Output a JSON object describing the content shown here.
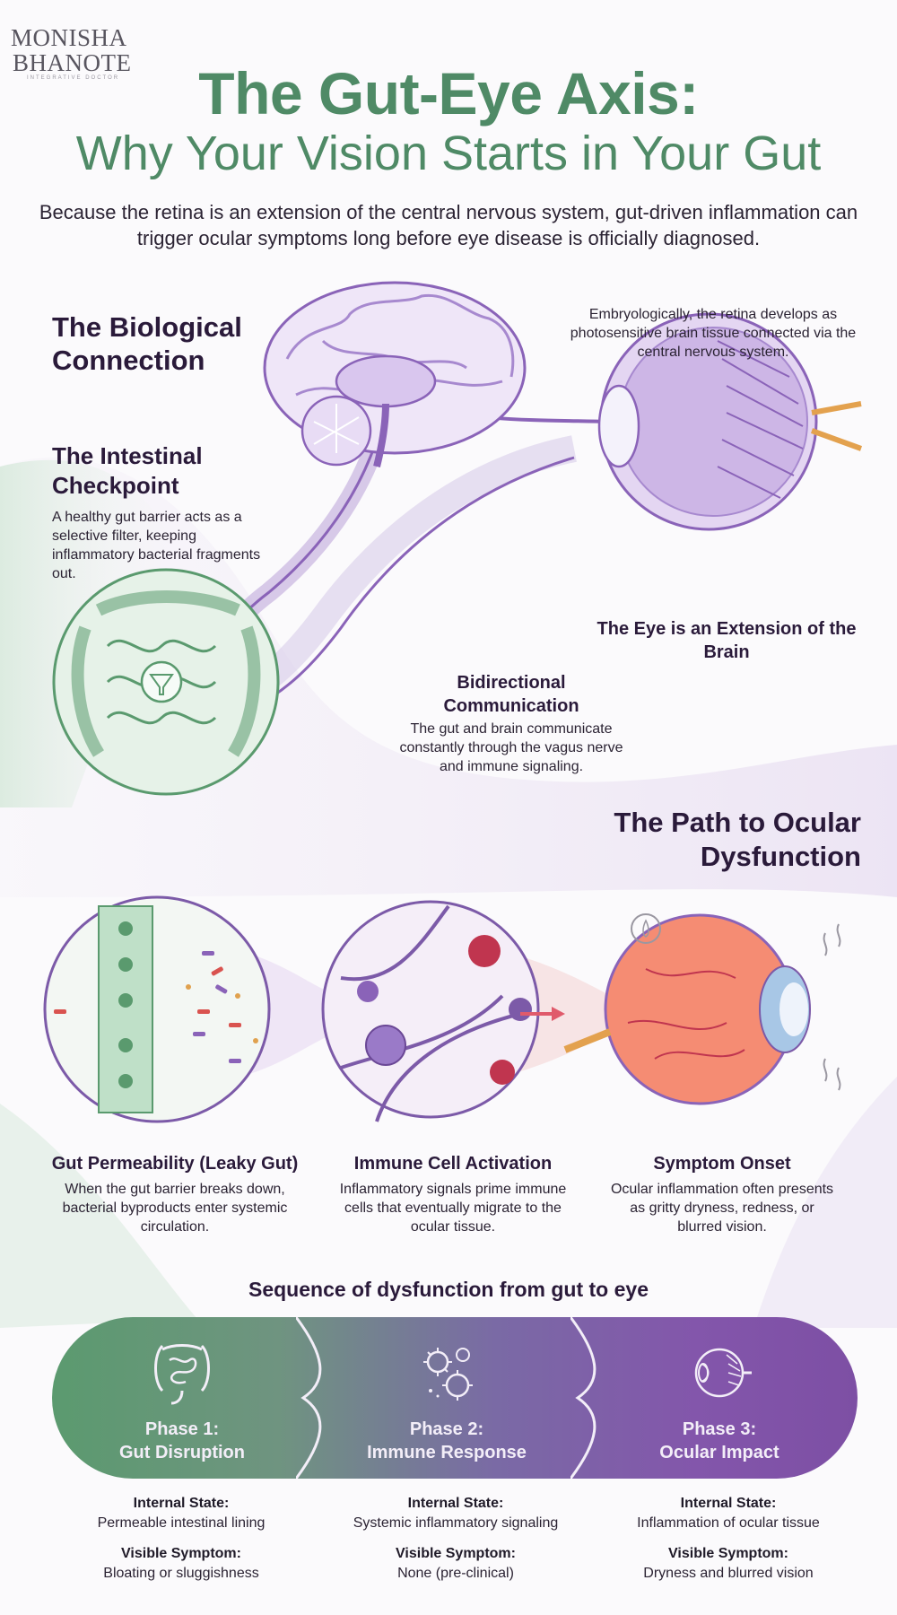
{
  "logo": {
    "line1": "MONISHA",
    "line2": "BHANOTE",
    "line3": "INTEGRATIVE DOCTOR"
  },
  "title": {
    "line1": "The Gut-Eye Axis:",
    "line2": "Why Your Vision Starts in Your Gut"
  },
  "intro": "Because the retina is an extension of the central nervous system, gut-driven inflammation can trigger ocular symptoms long before eye disease is officially diagnosed.",
  "biological": {
    "heading": "The Biological Connection"
  },
  "checkpoint": {
    "heading": "The Intestinal Checkpoint",
    "text": "A healthy gut barrier acts as a selective filter, keeping inflammatory bacterial fragments out."
  },
  "embryo_text": "Embryologically, the retina develops as photosensitive brain tissue connected via the central nervous system.",
  "eye_brain": {
    "heading": "The Eye is an Extension of the Brain"
  },
  "bidirectional": {
    "heading": "Bidirectional Communication",
    "text": "The gut and brain communicate constantly through the vagus nerve and immune signaling."
  },
  "path": {
    "heading": "The Path to Ocular Dysfunction"
  },
  "steps": [
    {
      "heading": "Gut Permeability (Leaky Gut)",
      "text": "When the gut barrier breaks down, bacterial byproducts enter systemic circulation."
    },
    {
      "heading": "Immune Cell Activation",
      "text": "Inflammatory signals prime immune cells that eventually migrate to the ocular tissue."
    },
    {
      "heading": "Symptom Onset",
      "text": "Ocular inflammation often presents as gritty dryness, redness, or blurred vision."
    }
  ],
  "sequence": {
    "title": "Sequence of dysfunction from gut to eye",
    "phases": [
      {
        "label1": "Phase 1:",
        "label2": "Gut Disruption",
        "icon": "intestine-icon",
        "state_label": "Internal State:",
        "state": "Permeable intestinal lining",
        "symptom_label": "Visible Symptom:",
        "symptom": "Bloating or sluggishness"
      },
      {
        "label1": "Phase 2:",
        "label2": "Immune Response",
        "icon": "immune-cells-icon",
        "state_label": "Internal State:",
        "state": "Systemic inflammatory signaling",
        "symptom_label": "Visible Symptom:",
        "symptom": "None (pre-clinical)"
      },
      {
        "label1": "Phase 3:",
        "label2": "Ocular Impact",
        "icon": "eye-icon",
        "state_label": "Internal State:",
        "state": "Inflammation of ocular tissue",
        "symptom_label": "Visible Symptom:",
        "symptom": "Dryness and blurred vision"
      }
    ]
  },
  "colors": {
    "green": "#4f8a66",
    "purple": "#7d4fa4",
    "dark": "#2a1a3a"
  }
}
